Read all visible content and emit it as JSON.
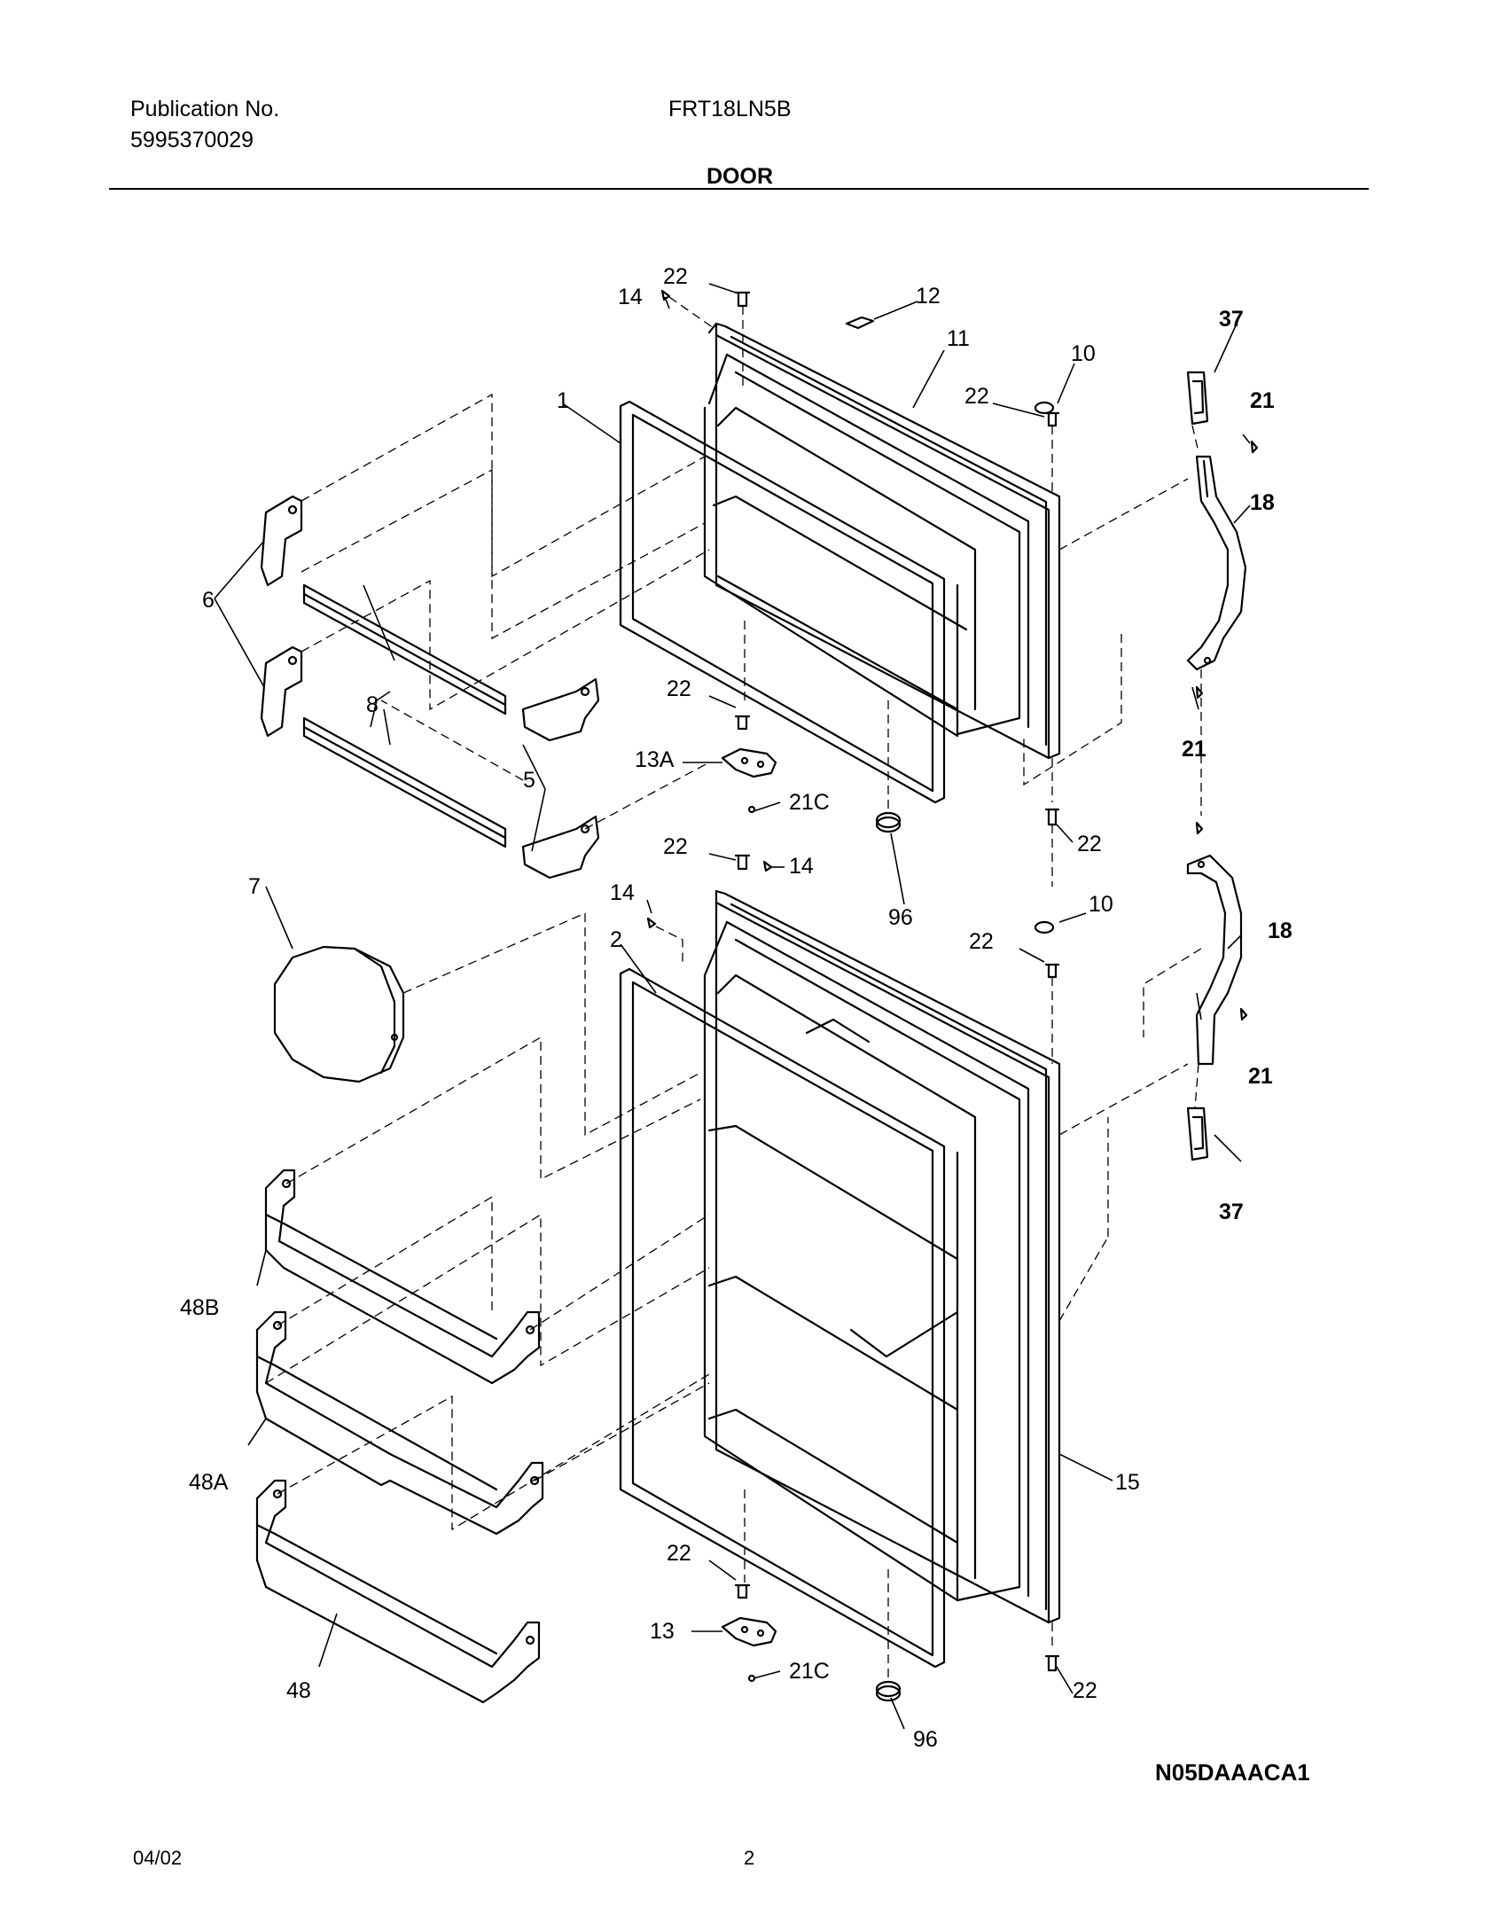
{
  "header": {
    "publication_label": "Publication No.",
    "publication_number": "5995370029",
    "model": "FRT18LN5B",
    "section_title": "DOOR"
  },
  "diagram": {
    "callouts": {
      "c1": "1",
      "c2": "2",
      "c5": "5",
      "c6": "6",
      "c7": "7",
      "c8": "8",
      "c10a": "10",
      "c10b": "10",
      "c11": "11",
      "c12": "12",
      "c13": "13",
      "c13a": "13A",
      "c14a": "14",
      "c14b": "14",
      "c14c": "14",
      "c15": "15",
      "c18a": "18",
      "c18b": "18",
      "c21a": "21",
      "c21b": "21",
      "c21c": "21",
      "c21ca": "21C",
      "c21cb": "21C",
      "c22a": "22",
      "c22b": "22",
      "c22c": "22",
      "c22d": "22",
      "c22e": "22",
      "c22f": "22",
      "c22g": "22",
      "c22h": "22",
      "c37a": "37",
      "c37b": "37",
      "c48": "48",
      "c48a": "48A",
      "c48b": "48B",
      "c96a": "96",
      "c96b": "96"
    },
    "drawing_code": "N05DAAACA1"
  },
  "footer": {
    "date": "04/02",
    "page": "2"
  }
}
